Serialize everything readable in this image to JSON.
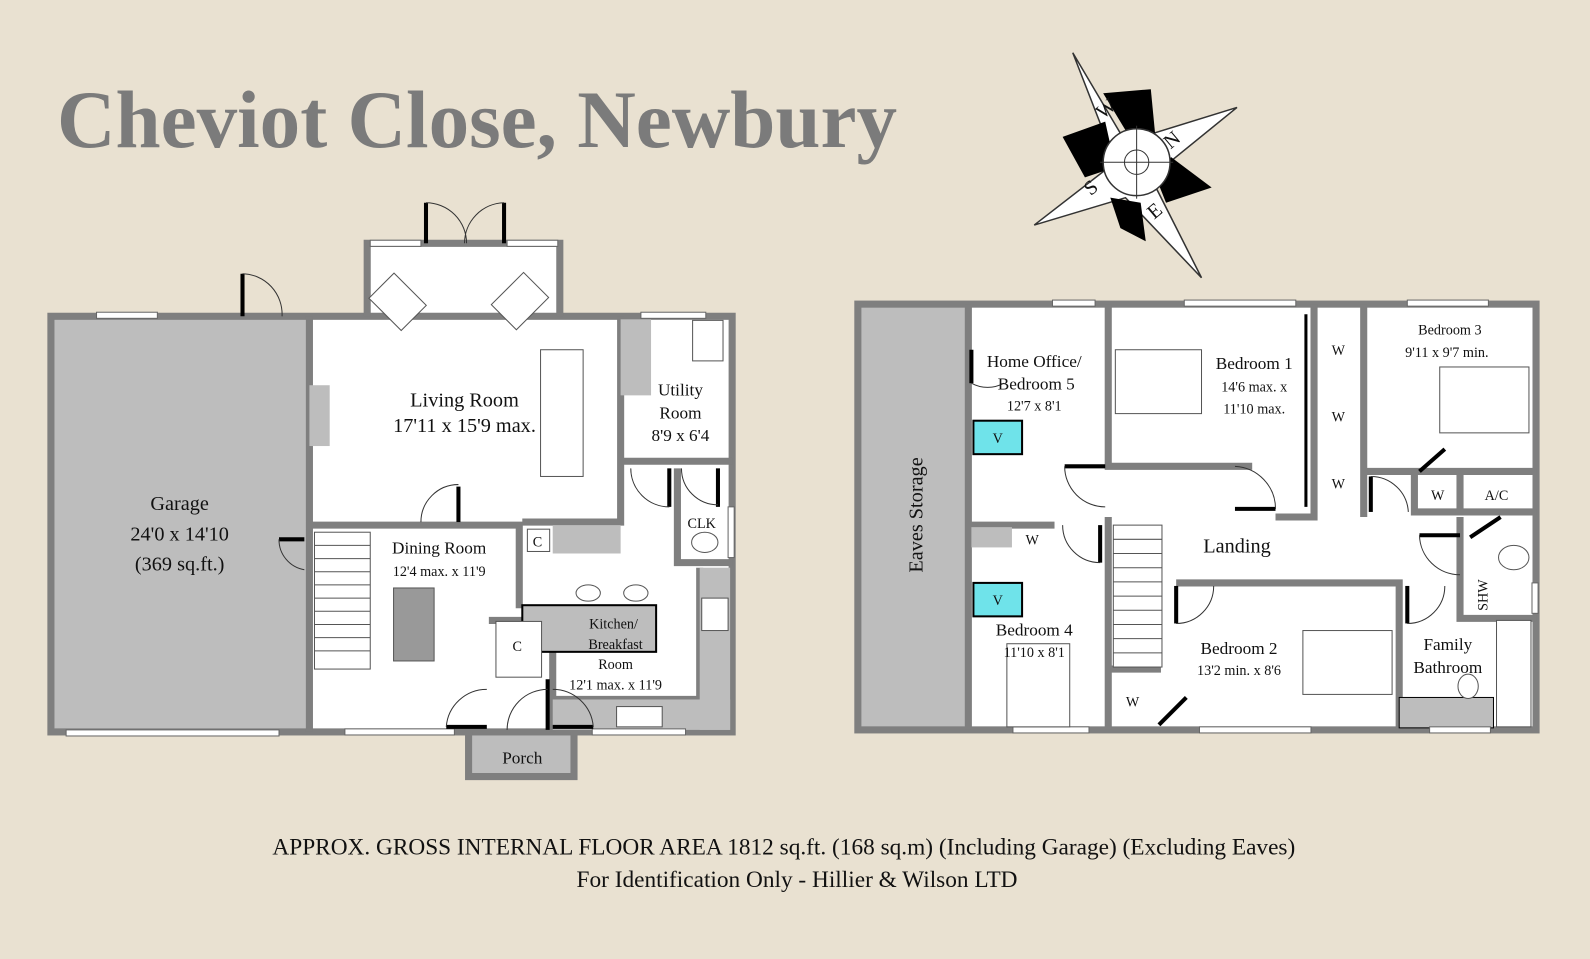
{
  "title": "Cheviot Close, Newbury",
  "compass": {
    "labels": [
      "N",
      "E",
      "S",
      "W"
    ]
  },
  "ground_floor": {
    "garage": {
      "name": "Garage",
      "size": "24'0 x 14'10",
      "area": "(369 sq.ft.)"
    },
    "living_room": {
      "name": "Living Room",
      "size": "17'11 x 15'9 max."
    },
    "utility": {
      "name_1": "Utility",
      "name_2": "Room",
      "size": "8'9 x 6'4"
    },
    "clk": "CLK",
    "dining_room": {
      "name": "Dining Room",
      "size": "12'4 max. x 11'9"
    },
    "kitchen": {
      "name_1": "Kitchen/",
      "name_2": "Breakfast",
      "name_3": "Room",
      "size": "12'1 max. x 11'9"
    },
    "cupboard_1": "C",
    "cupboard_2": "C",
    "porch": "Porch"
  },
  "first_floor": {
    "eaves": "Eaves Storage",
    "home_office": {
      "name_1": "Home Office/",
      "name_2": "Bedroom 5",
      "size": "12'7 x 8'1"
    },
    "bedroom1": {
      "name": "Bedroom 1",
      "size_1": "14'6 max. x",
      "size_2": "11'10 max."
    },
    "bedroom2": {
      "name": "Bedroom 2",
      "size": "13'2 min. x 8'6"
    },
    "bedroom3": {
      "name": "Bedroom 3",
      "size": "9'11 x 9'7 min."
    },
    "bedroom4": {
      "name": "Bedroom 4",
      "size": "11'10 x 8'1"
    },
    "landing": "Landing",
    "bathroom": {
      "name_1": "Family",
      "name_2": "Bathroom"
    },
    "wardrobe": "W",
    "airing_cupboard": "A/C",
    "shower": "SHW",
    "velux": "V"
  },
  "footer": {
    "line1": "APPROX. GROSS INTERNAL FLOOR AREA 1812 sq.ft. (168 sq.m) (Including Garage) (Excluding Eaves)",
    "line2": "For Identification Only - Hillier & Wilson LTD"
  },
  "colors": {
    "background": "#e9e1d1",
    "wall": "#7f7f7f",
    "title": "#7b7b7b",
    "fill_grey": "#bdbdbd",
    "velux": "#6fe3ea"
  }
}
